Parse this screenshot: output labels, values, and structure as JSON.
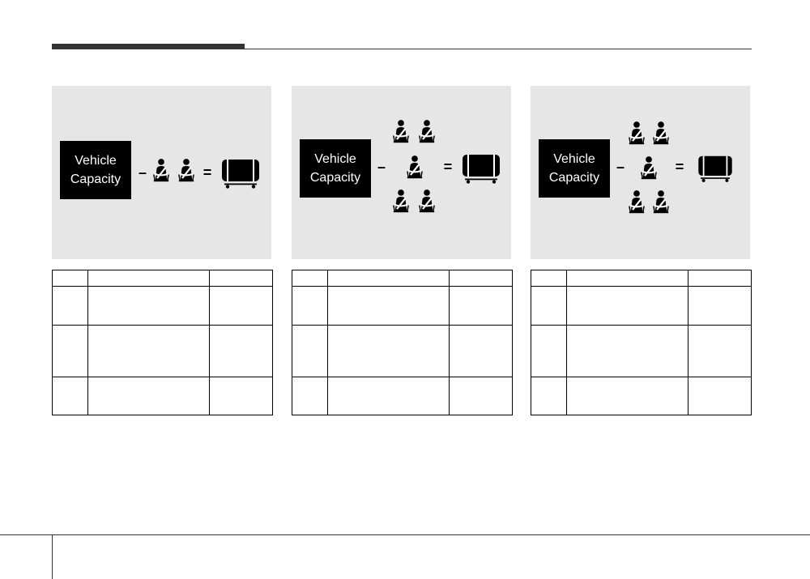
{
  "panels": [
    {
      "capacity_line1": "Vehicle",
      "capacity_line2": "Capacity",
      "minus": "–",
      "equals": "="
    },
    {
      "capacity_line1": "Vehicle",
      "capacity_line2": "Capacity",
      "minus": "–",
      "equals": "="
    },
    {
      "capacity_line1": "Vehicle",
      "capacity_line2": "Capacity",
      "minus": "–",
      "equals": "="
    }
  ],
  "icons": {
    "seat": "seat-belt-occupant-icon",
    "cargo": "cargo-trailer-icon"
  },
  "colors": {
    "panel_bg": "#e6e6e6",
    "box_bg": "#000000",
    "rule": "#333333"
  }
}
